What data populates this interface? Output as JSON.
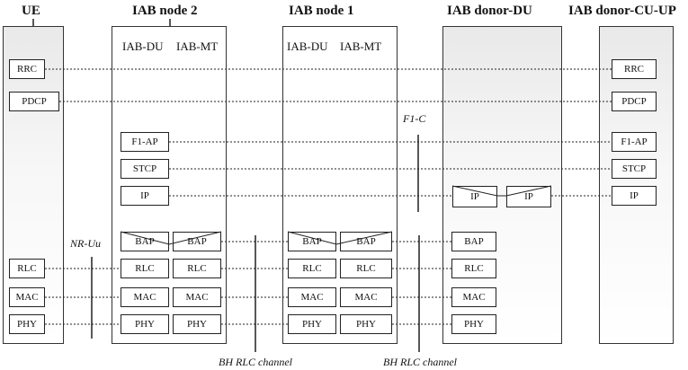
{
  "nodes": {
    "ue": "UE",
    "iab2": "IAB node 2",
    "iab1": "IAB node 1",
    "donor_du": "IAB donor-DU",
    "donor_cu": "IAB donor-CU-UP"
  },
  "sublabels": {
    "iab2_du": "IAB-DU",
    "iab2_mt": "IAB-MT",
    "iab1_du": "IAB-DU",
    "iab1_mt": "IAB-MT"
  },
  "layers": {
    "rrc": "RRC",
    "pdcp": "PDCP",
    "f1ap": "F1-AP",
    "stcp": "STCP",
    "ip": "IP",
    "bap": "BAP",
    "rlc": "RLC",
    "mac": "MAC",
    "phy": "PHY"
  },
  "interfaces": {
    "nr_uu": "NR-Uu",
    "f1c": "F1-C",
    "bh_rlc": "BH RLC channel"
  }
}
